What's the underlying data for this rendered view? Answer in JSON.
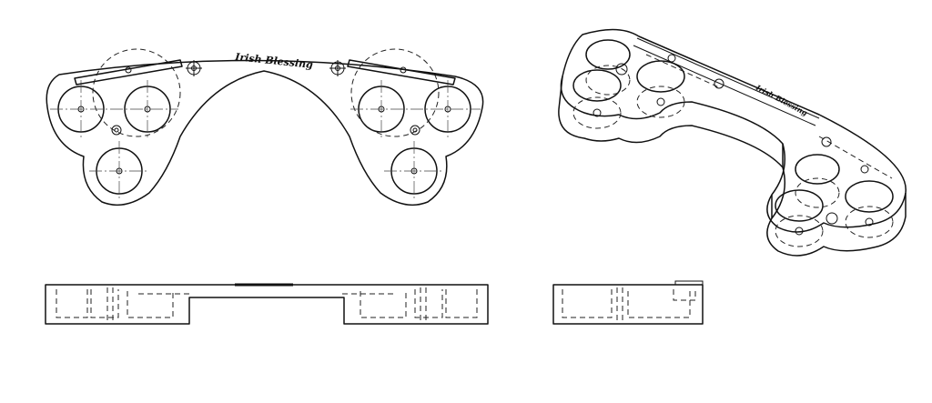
{
  "drawing": {
    "engraving_text": "Irish Blessing",
    "line_color": "#111111",
    "background_color": "#ffffff",
    "views": [
      "top-view",
      "front-view",
      "side-view",
      "isometric-view"
    ]
  }
}
